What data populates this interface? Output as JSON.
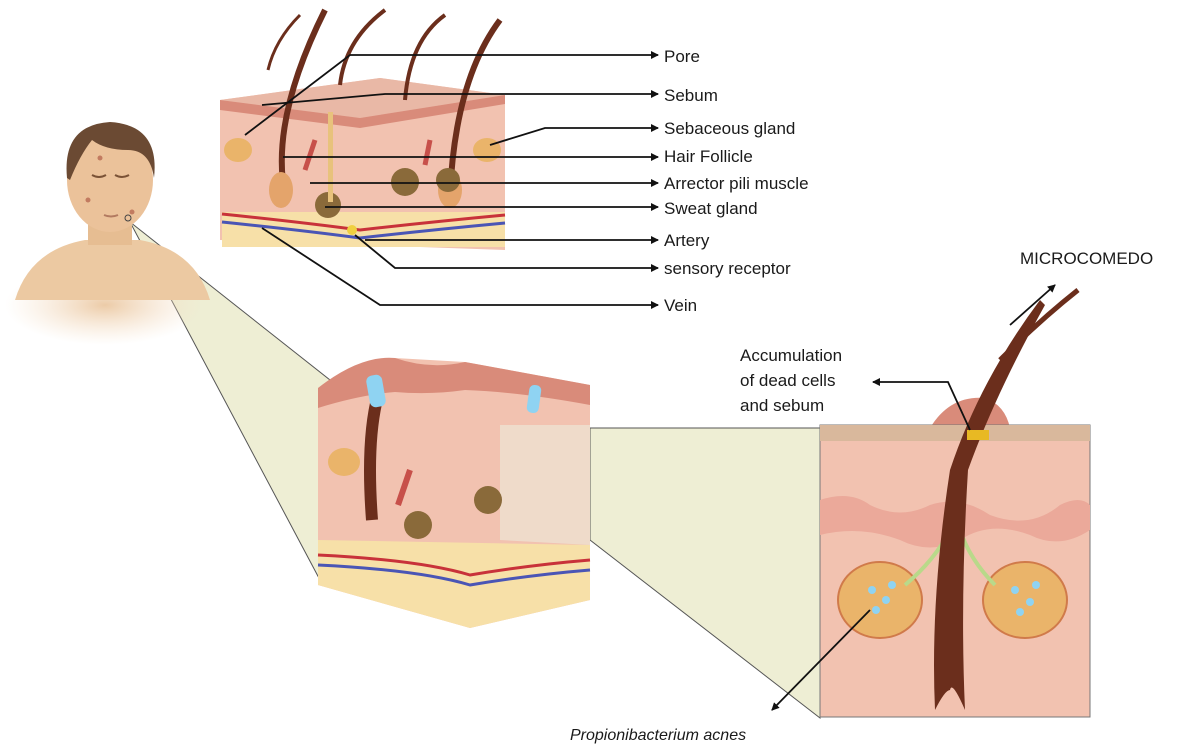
{
  "labels": {
    "pore": "Pore",
    "sebum": "Sebum",
    "sebaceous_gland": "Sebaceous gland",
    "hair_follicle": "Hair Follicle",
    "arrector_pili_muscle": "Arrector pili muscle",
    "sweat_gland": "Sweat gland",
    "artery": "Artery",
    "sensory_receptor": "sensory receptor",
    "vein": "Vein",
    "microcomedo": "MICROCOMEDO",
    "accumulation_line1": "Accumulation",
    "accumulation_line2": "of dead cells",
    "accumulation_line3": "and sebum",
    "bacterium": "Propionibacterium acnes"
  },
  "colors": {
    "skin_surface": "#e9b8a6",
    "epidermis": "#d98b7a",
    "dermis": "#f2c2b0",
    "fat": "#f7e0a8",
    "hair": "#6b2e1c",
    "artery": "#c8323a",
    "vein": "#4a55b5",
    "zoom_panel": "#eeeed4",
    "sebum_plug": "#e8b923",
    "bacteria": "#8fd3f2"
  }
}
